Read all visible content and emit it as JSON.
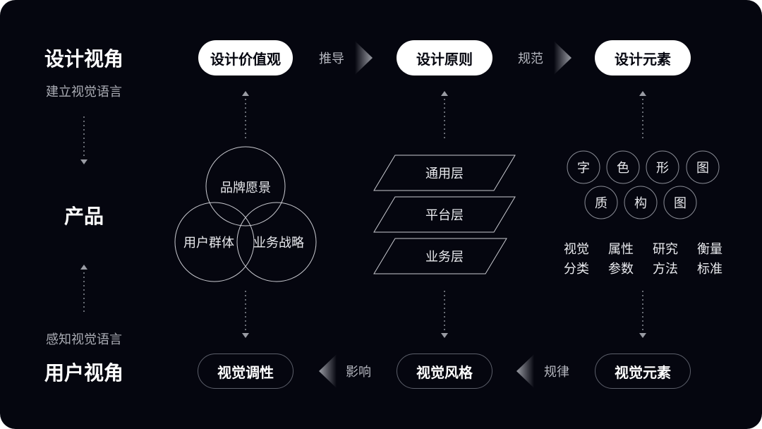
{
  "left": {
    "top_title": "设计视角",
    "top_sub": "建立视觉语言",
    "middle": "产品",
    "bottom_sub": "感知视觉语言",
    "bottom_title": "用户视角"
  },
  "top_row": {
    "pills": [
      "设计价值观",
      "设计原则",
      "设计元素"
    ],
    "connectors": [
      "推导",
      "规范"
    ]
  },
  "bottom_row": {
    "pills": [
      "视觉调性",
      "视觉风格",
      "视觉元素"
    ],
    "connectors": [
      "影响",
      "规律"
    ]
  },
  "venn": [
    "品牌愿景",
    "用户群体",
    "业务战略"
  ],
  "layers": [
    "通用层",
    "平台层",
    "业务层"
  ],
  "elements": {
    "row1": [
      "字",
      "色",
      "形",
      "图"
    ],
    "row2": [
      "质",
      "构",
      "图"
    ]
  },
  "methods": [
    [
      "视觉",
      "分类"
    ],
    [
      "属性",
      "参数"
    ],
    [
      "研究",
      "方法"
    ],
    [
      "衡量",
      "标准"
    ]
  ],
  "colors": {
    "background": "#05060f",
    "accent": "#ffffff",
    "line": "#8a8d96"
  }
}
